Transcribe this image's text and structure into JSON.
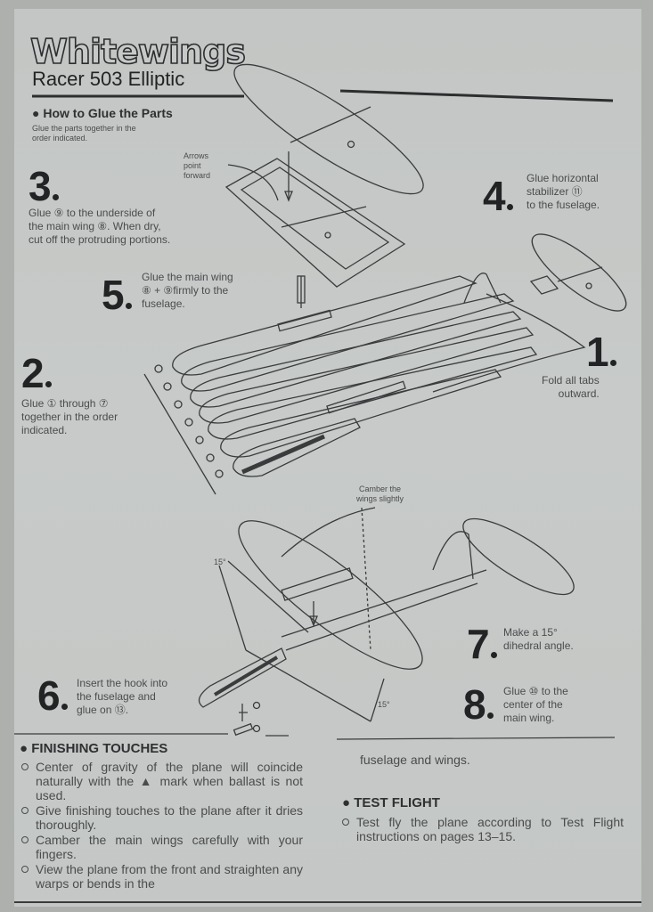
{
  "header": {
    "brand": "Whitewings",
    "model": "Racer 503 Elliptic"
  },
  "glue": {
    "heading": "How to Glue the Parts",
    "subtext_lines": [
      "Glue the parts together in the",
      "order indicated."
    ]
  },
  "arrows_note": [
    "Arrows",
    "point",
    "forward"
  ],
  "steps": [
    {
      "num": "3",
      "lines": [
        "Glue ⑨ to the underside of",
        "the main wing ⑧. When dry,",
        "cut off the protruding portions."
      ]
    },
    {
      "num": "4",
      "lines": [
        "Glue horizontal",
        "stabilizer ⑪",
        "to the fuselage."
      ]
    },
    {
      "num": "5",
      "lines": [
        "Glue the main wing",
        "⑧ + ⑨firmly to the",
        "fuselage."
      ]
    },
    {
      "num": "1",
      "lines": [
        "Fold all tabs",
        "outward."
      ]
    },
    {
      "num": "2",
      "lines": [
        "Glue ① through ⑦",
        "together in the order",
        "indicated."
      ]
    },
    {
      "num": "7",
      "lines": [
        "Make a 15°",
        "dihedral angle."
      ]
    },
    {
      "num": "6",
      "lines": [
        "Insert the hook into",
        "the fuselage and",
        "glue on ⑬."
      ]
    },
    {
      "num": "8",
      "lines": [
        "Glue ⑩ to the",
        "center of the",
        "main wing."
      ]
    }
  ],
  "camber_note": [
    "Camber the",
    "wings slightly"
  ],
  "angle_labels": [
    "15°",
    "15°"
  ],
  "finishing": {
    "heading": "FINISHING TOUCHES",
    "items": [
      "Center of gravity of the plane will coincide naturally with the ▲ mark when ballast is not used.",
      "Give finishing touches to the plane after it dries thoroughly.",
      "Camber the main wings carefully with your fingers.",
      "View the plane from the front and straighten any warps or bends in the"
    ],
    "continued": "fuselage and wings."
  },
  "test_flight": {
    "heading": "TEST FLIGHT",
    "items": [
      "Test fly the plane according to Test Flight instructions on pages 13–15."
    ]
  },
  "colors": {
    "paper": "#c5c8c6",
    "ink": "#2e2f30",
    "line_art": "#3a3b3d"
  }
}
